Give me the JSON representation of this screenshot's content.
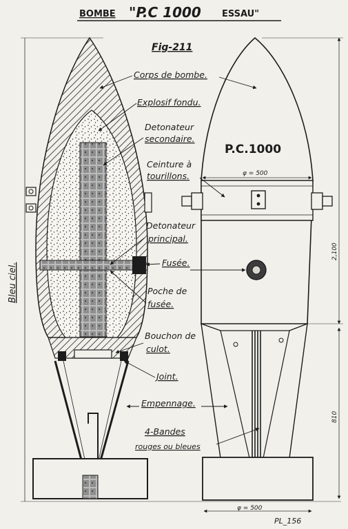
{
  "title": {
    "prefix": "BOMBE",
    "main": "\"P.C 1000",
    "suffix": "ESSAU\""
  },
  "figure_number": "Fig-211",
  "side_label": "Bleu ciel.",
  "callouts": [
    "Corps de bombe.",
    "Explosif fondu.",
    "Detonateur",
    "secondaire.",
    "Ceinture à",
    "tourillons.",
    "Detonateur",
    "principal.",
    "Fusée.",
    "Poche de",
    "fusée.",
    "Bouchon de",
    "culot.",
    "Joint.",
    "Empennage.",
    "4-Bandes",
    "rouges ou bleues"
  ],
  "body_marking": "P.C.1000",
  "dimensions": {
    "belt_diameter": "φ = 500",
    "length_total": "2,100",
    "tail_length": "810",
    "base_diameter": "φ = 500"
  },
  "plate_number": "PL_156",
  "colors": {
    "paper": "#f1f0ea",
    "ink": "#1c1c1c"
  }
}
